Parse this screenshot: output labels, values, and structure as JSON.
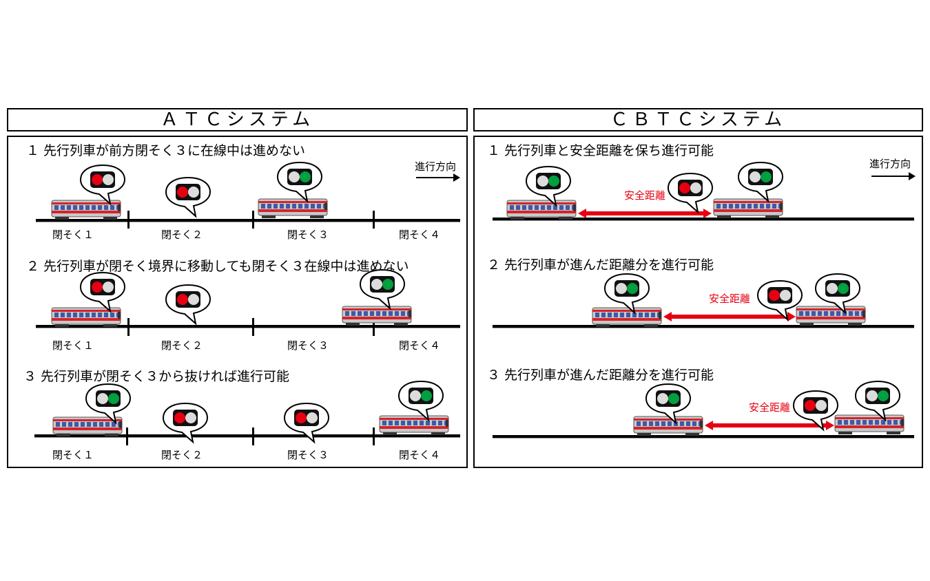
{
  "atc": {
    "title": "ＡＴＣシステム",
    "direction": "進行方向",
    "scenes": [
      {
        "title": "１ 先行列車が前方閉そく３に在線中は進めない",
        "blocks": [
          "閉そく１",
          "閉そく２",
          "閉そく３",
          "閉そく４"
        ],
        "signals": [
          "red",
          "red",
          "green"
        ]
      },
      {
        "title": "２ 先行列車が閉そく境界に移動しても閉そく３在線中は進めない",
        "blocks": [
          "閉そく１",
          "閉そく２",
          "閉そく３",
          "閉そく４"
        ],
        "signals": [
          "red",
          "red",
          "green"
        ]
      },
      {
        "title": "３ 先行列車が閉そく３から抜ければ進行可能",
        "blocks": [
          "閉そく１",
          "閉そく２",
          "閉そく３",
          "閉そく４"
        ],
        "signals": [
          "green",
          "red",
          "red",
          "green"
        ]
      }
    ]
  },
  "cbtc": {
    "title": "ＣＢＴＣシステム",
    "direction": "進行方向",
    "scenes": [
      {
        "title": "１ 先行列車と安全距離を保ち進行可能",
        "safe_label": "安全距離",
        "signals": [
          "green",
          "red",
          "green"
        ]
      },
      {
        "title": "２ 先行列車が進んだ距離分を進行可能",
        "safe_label": "安全距離",
        "signals": [
          "green",
          "red",
          "green"
        ]
      },
      {
        "title": "３ 先行列車が進んだ距離分を進行可能",
        "safe_label": "安全距離",
        "signals": [
          "green",
          "red",
          "green"
        ]
      }
    ]
  },
  "colors": {
    "signal_red": "#e60012",
    "signal_green": "#00a040",
    "signal_off": "#dcdcdc",
    "safe_arrow": "#e60012",
    "train_body": "#c9c9c9",
    "train_stripe": "#d6232a",
    "train_window": "#3b5aa8"
  }
}
